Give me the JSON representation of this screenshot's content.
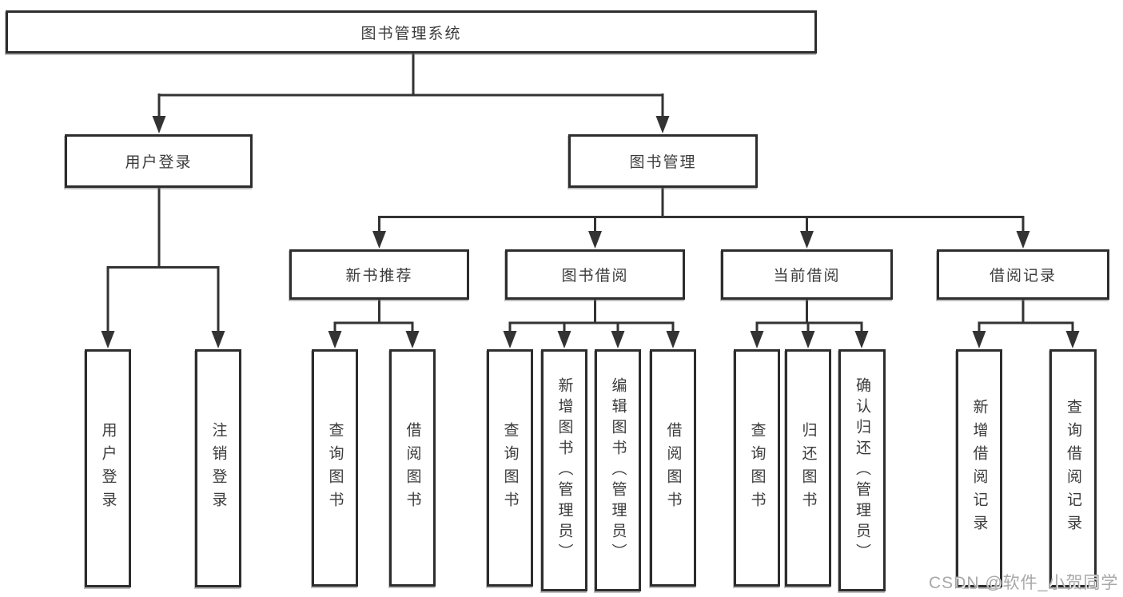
{
  "diagram": {
    "root": {
      "label": "图书管理系统"
    },
    "level2": [
      {
        "label": "用户登录"
      },
      {
        "label": "图书管理"
      }
    ],
    "level3": [
      {
        "label": "新书推荐"
      },
      {
        "label": "图书借阅"
      },
      {
        "label": "当前借阅"
      },
      {
        "label": "借阅记录"
      }
    ],
    "leaves": [
      {
        "label": "用户登录"
      },
      {
        "label": "注销登录"
      },
      {
        "label": "查询图书"
      },
      {
        "label": "借阅图书"
      },
      {
        "label": "查询图书"
      },
      {
        "label": "新增图书（管理员）"
      },
      {
        "label": "编辑图书（管理员）"
      },
      {
        "label": "借阅图书"
      },
      {
        "label": "查询图书"
      },
      {
        "label": "归还图书"
      },
      {
        "label": "确认归还（管理员）"
      },
      {
        "label": "新增借阅记录"
      },
      {
        "label": "查询借阅记录"
      }
    ]
  },
  "watermark": {
    "text": "CSDN @软件_小贺同学"
  },
  "colors": {
    "line": "#333333",
    "box_border": "#2d2d2d",
    "text": "#3b3b3b",
    "background": "#ffffff",
    "watermark": "#a8a8a8"
  }
}
